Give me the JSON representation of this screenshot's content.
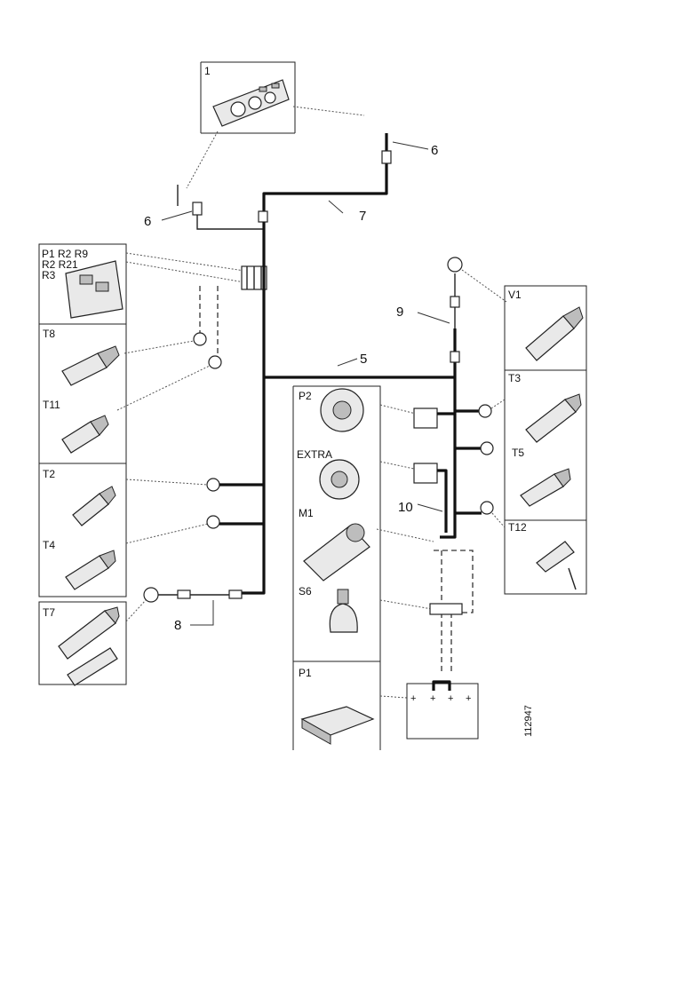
{
  "labels": {
    "instrument_panel": "1",
    "fuse_relay_box": [
      "P1 R2 R9",
      "R2 R21",
      "R3"
    ],
    "t8": "T8",
    "t11": "T11",
    "t2": "T2",
    "t4": "T4",
    "t7": "T7",
    "p2": "P2",
    "extra": "EXTRA",
    "m1": "M1",
    "s6": "S6",
    "p1": "P1",
    "v1": "V1",
    "t3": "T3",
    "t5": "T5",
    "t12": "T12"
  },
  "callouts": {
    "top_connector": "6",
    "left_connector": "6",
    "harness_7": "7",
    "harness_5": "5",
    "connector_9": "9",
    "harness_10": "10",
    "connector_8": "8"
  },
  "figure_code": "112947"
}
